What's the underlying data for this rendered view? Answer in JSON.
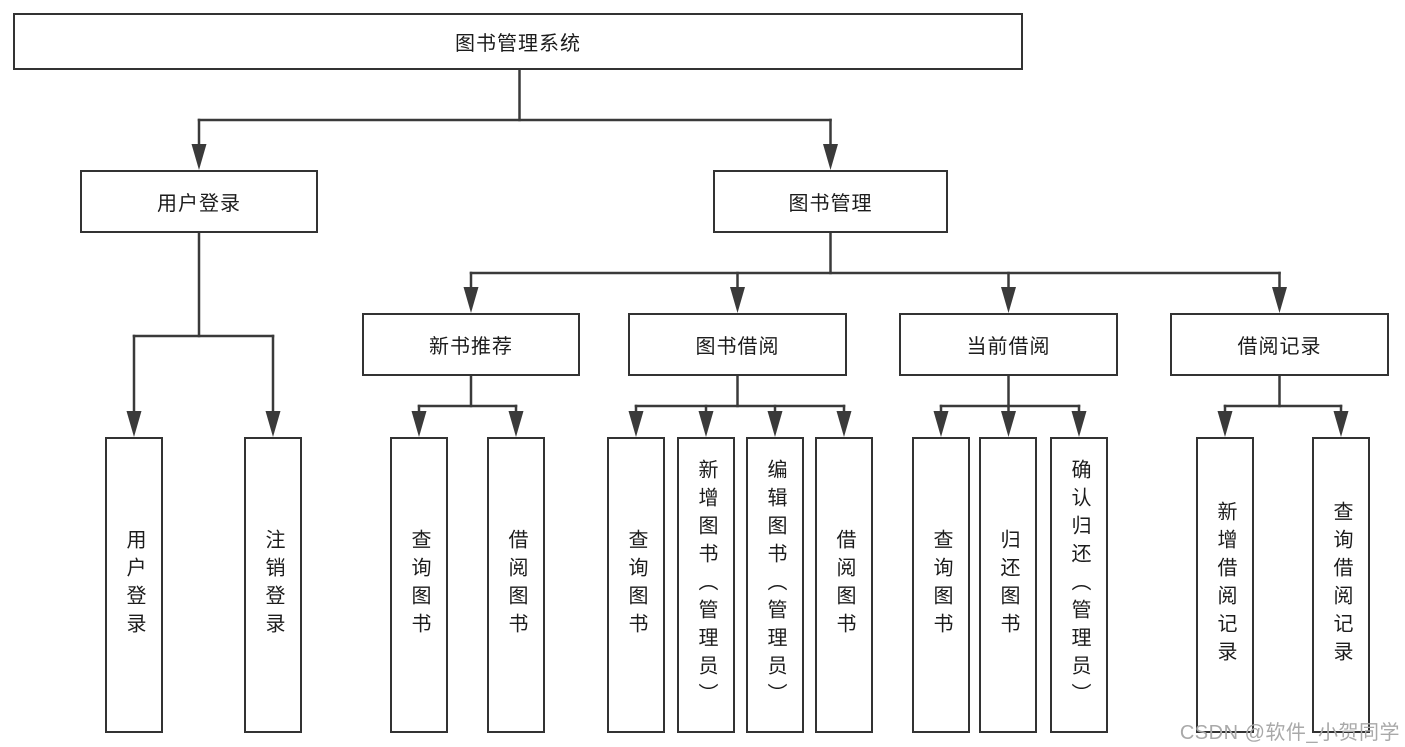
{
  "diagram": {
    "title": "图书管理系统",
    "root": {
      "label": "图书管理系统"
    },
    "level2": [
      {
        "label": "用户登录"
      },
      {
        "label": "图书管理"
      }
    ],
    "level3": [
      {
        "label": "新书推荐"
      },
      {
        "label": "图书借阅"
      },
      {
        "label": "当前借阅"
      },
      {
        "label": "借阅记录"
      }
    ],
    "leaves": {
      "user_login": [
        {
          "label": "用户登录"
        },
        {
          "label": "注销登录"
        }
      ],
      "new_book": [
        {
          "label": "查询图书"
        },
        {
          "label": "借阅图书"
        }
      ],
      "book_borrow": [
        {
          "label": "查询图书"
        },
        {
          "label": "新增图书（管理员）"
        },
        {
          "label": "编辑图书（管理员）"
        },
        {
          "label": "借阅图书"
        }
      ],
      "current_borrow": [
        {
          "label": "查询图书"
        },
        {
          "label": "归还图书"
        },
        {
          "label": "确认归还（管理员）"
        }
      ],
      "borrow_record": [
        {
          "label": "新增借阅记录"
        },
        {
          "label": "查询借阅记录"
        }
      ]
    },
    "colors": {
      "line": "#3a3a3a",
      "border": "#333333",
      "text": "#1c1c1c",
      "watermark": "#a9a9a9",
      "background": "#ffffff"
    }
  },
  "watermark": {
    "text": "CSDN @软件_小贺同学"
  }
}
